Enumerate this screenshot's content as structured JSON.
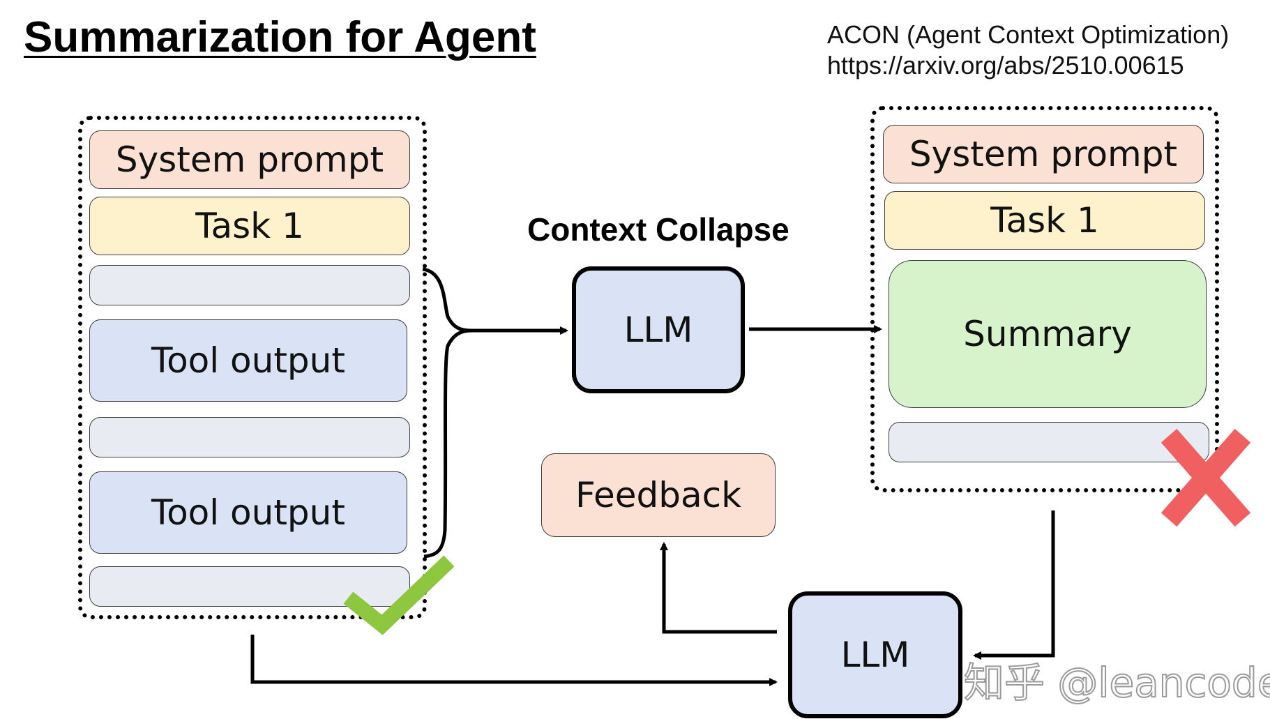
{
  "title": "Summarization for Agent",
  "reference": {
    "line1": "ACON (Agent Context Optimization)",
    "line2": "https://arxiv.org/abs/2510.00615"
  },
  "left_context": {
    "system_prompt": "System prompt",
    "task": "Task 1",
    "tool_output_1": "Tool output",
    "tool_output_2": "Tool output",
    "status_icon": "check-mark-icon"
  },
  "center": {
    "label": "Context Collapse",
    "llm": "LLM"
  },
  "right_context": {
    "system_prompt": "System prompt",
    "task": "Task 1",
    "summary": "Summary",
    "status_icon": "cross-mark-icon"
  },
  "feedback": "Feedback",
  "bottom_llm": "LLM",
  "watermark": "知乎 @leancode",
  "colors": {
    "system_prompt": "#fbe0d4",
    "task": "#fdf2cc",
    "empty": "#e8ebf1",
    "tool_output": "#d9e3f5",
    "summary": "#d7f3cc",
    "check": "#8dc63f",
    "cross": "#f06060"
  }
}
